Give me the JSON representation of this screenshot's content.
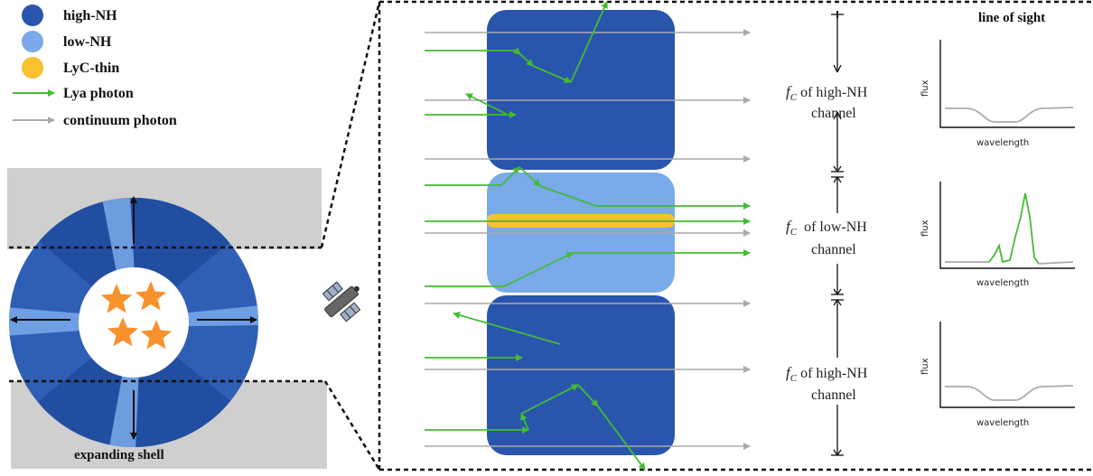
{
  "legend": {
    "items": [
      {
        "label": "high-NH",
        "color": "#2a55ad",
        "kind": "dot"
      },
      {
        "label": "low-NH",
        "color": "#7aaaea",
        "kind": "dot"
      },
      {
        "label": "LyC-thin",
        "color": "#fbc02d",
        "kind": "dot"
      },
      {
        "label": "Lya photon",
        "color": "#44bb33",
        "kind": "arrow"
      },
      {
        "label": "continuum photon",
        "color": "#aaaaaa",
        "kind": "arrow"
      }
    ]
  },
  "shell": {
    "label": "expanding shell",
    "colors": {
      "dark": "#1f4b9c",
      "mid": "#2f5eb5",
      "light": "#7aaaea",
      "star": "#f7922c",
      "band": "#cfcfcf"
    }
  },
  "channels": [
    {
      "fc": "f",
      "sub": "C",
      "line1": "of high-NH",
      "line2": "channel"
    },
    {
      "fc": "f",
      "sub": "C",
      "line1": "of low-NH",
      "line2": "channel"
    },
    {
      "fc": "f",
      "sub": "C",
      "line1": "of high-NH",
      "line2": "channel"
    }
  ],
  "spectra": {
    "title": "line of sight",
    "xlabel": "wavelength",
    "ylabel": "flux"
  },
  "colors": {
    "high_nh": "#2a55ad",
    "low_nh": "#7aaaea",
    "lyc_thin": "#fbc02d",
    "lya": "#44bb33",
    "continuum": "#aaaaaa"
  }
}
